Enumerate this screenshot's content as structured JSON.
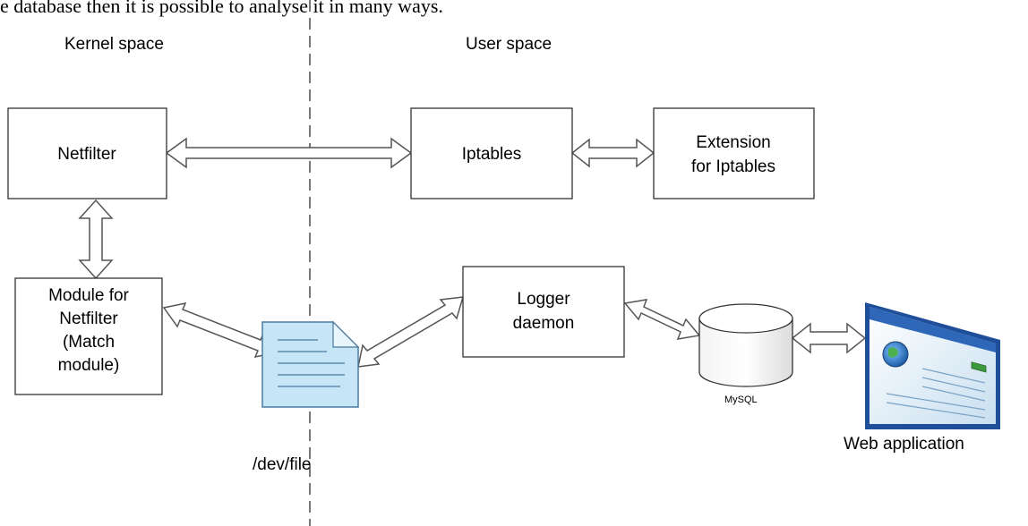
{
  "header_text": "e database then it is possible to analyse it in many ways.",
  "regions": {
    "kernel": "Kernel space",
    "user": "User space"
  },
  "boxes": {
    "netfilter": [
      "Netfilter"
    ],
    "iptables": [
      "Iptables"
    ],
    "extension": [
      "Extension",
      "for Iptables"
    ],
    "module": [
      "Module for",
      "Netfilter",
      "(Match",
      "module)"
    ],
    "logger": [
      "Logger",
      "daemon"
    ]
  },
  "labels": {
    "file": "/dev/file",
    "mysql": "MySQL",
    "webapp": "Web application"
  },
  "colors": {
    "line": "#555555",
    "file_fill": "#c6e6f7",
    "screen_frame": "#1f4f9a",
    "screen_body": "#dcecf8"
  }
}
